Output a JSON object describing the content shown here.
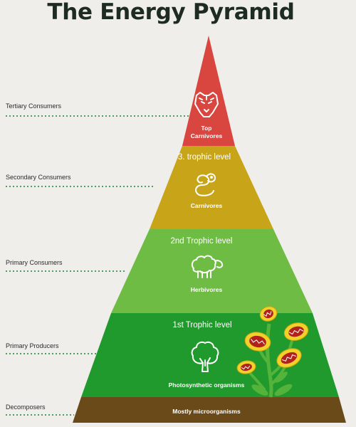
{
  "title": "The Energy Pyramid",
  "colors": {
    "background": "#efeeeb",
    "top": "#d8463f",
    "tier3": "#c8a418",
    "tier2": "#6fbc45",
    "tier1": "#209a2c",
    "base": "#6b4a1a",
    "dots": "#4c9d62"
  },
  "side_labels": {
    "tertiary": "Tertiary Consumers",
    "secondary": "Secondary Consumers",
    "primary_consumers": "Primary Consumers",
    "primary_producers": "Primary Producers",
    "decomposers": "Decomposers"
  },
  "tiers": {
    "top": {
      "desc_line1": "Top",
      "desc_line2": "Carnivores",
      "icon": "tiger-icon"
    },
    "third": {
      "level": "3. trophic level",
      "desc": "Carnivores",
      "icon": "snake-icon"
    },
    "second": {
      "level": "2nd Trophic level",
      "desc": "Herbivores",
      "icon": "sheep-icon"
    },
    "first": {
      "level": "1st Trophic level",
      "desc": "Photosynthetic organisms",
      "icon": "tree-icon"
    },
    "base": {
      "desc": "Mostly microorganisms"
    }
  }
}
